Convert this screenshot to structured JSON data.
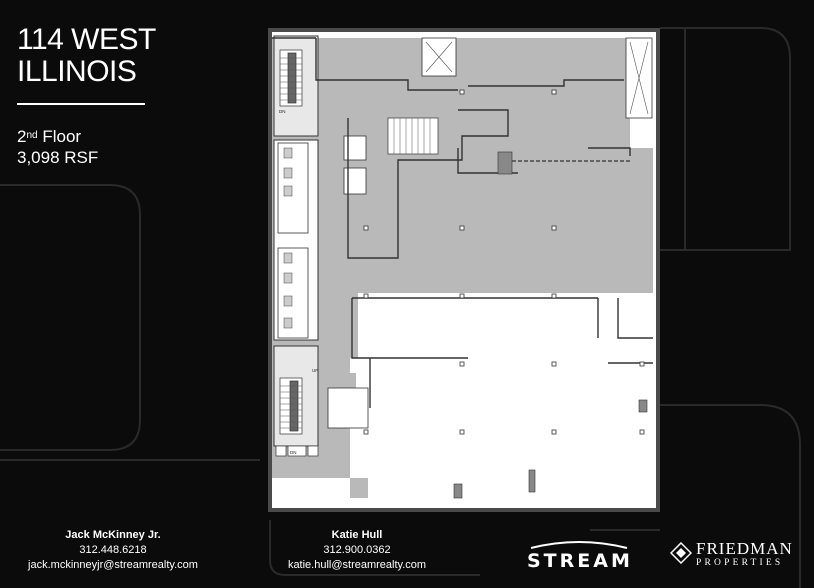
{
  "building": {
    "line1": "114 WEST",
    "line2": "ILLINOIS"
  },
  "floor": {
    "ordinal_num": "2",
    "ordinal_suffix": "nd",
    "label": "Floor",
    "area": "3,098 RSF"
  },
  "contacts": [
    {
      "name": "Jack McKinney Jr.",
      "phone": "312.448.6218",
      "email": "jack.mckinneyjr@streamrealty.com"
    },
    {
      "name": "Katie Hull",
      "phone": "312.900.0362",
      "email": "katie.hull@streamrealty.com"
    }
  ],
  "logos": {
    "stream": "STREAM",
    "friedman": "FRIEDMAN",
    "friedman_sub": "PROPERTIES"
  },
  "plan_labels": {
    "dn": "DN",
    "up": "UP",
    "dn2": "DN"
  },
  "colors": {
    "background": "#0b0b0b",
    "shaded_area": "#b9b9b9",
    "open_area": "#ffffff",
    "wall": "#3a3a3a"
  }
}
